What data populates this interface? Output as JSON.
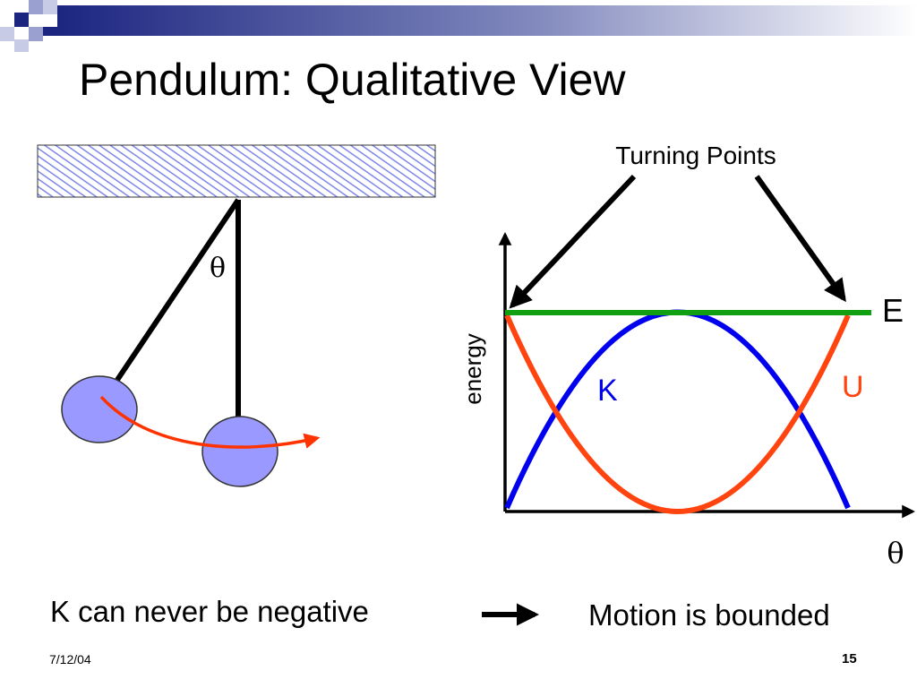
{
  "slide": {
    "title": "Pendulum: Qualitative View",
    "footer_date": "7/12/04",
    "page_number": "15"
  },
  "pendulum": {
    "angle_label": "θ"
  },
  "energy_plot": {
    "annotation": "Turning Points",
    "y_axis_label": "energy",
    "x_axis_label": "θ",
    "total_energy_label": "E",
    "kinetic_label": "K",
    "potential_label": "U",
    "colors": {
      "total_energy": "#11a011",
      "kinetic": "#0000ee",
      "potential": "#ff4410",
      "mass": "#9999ff",
      "motion_arrow": "#ff3300"
    }
  },
  "conclusion": {
    "premise": "K can never be negative",
    "result": "Motion is bounded"
  }
}
